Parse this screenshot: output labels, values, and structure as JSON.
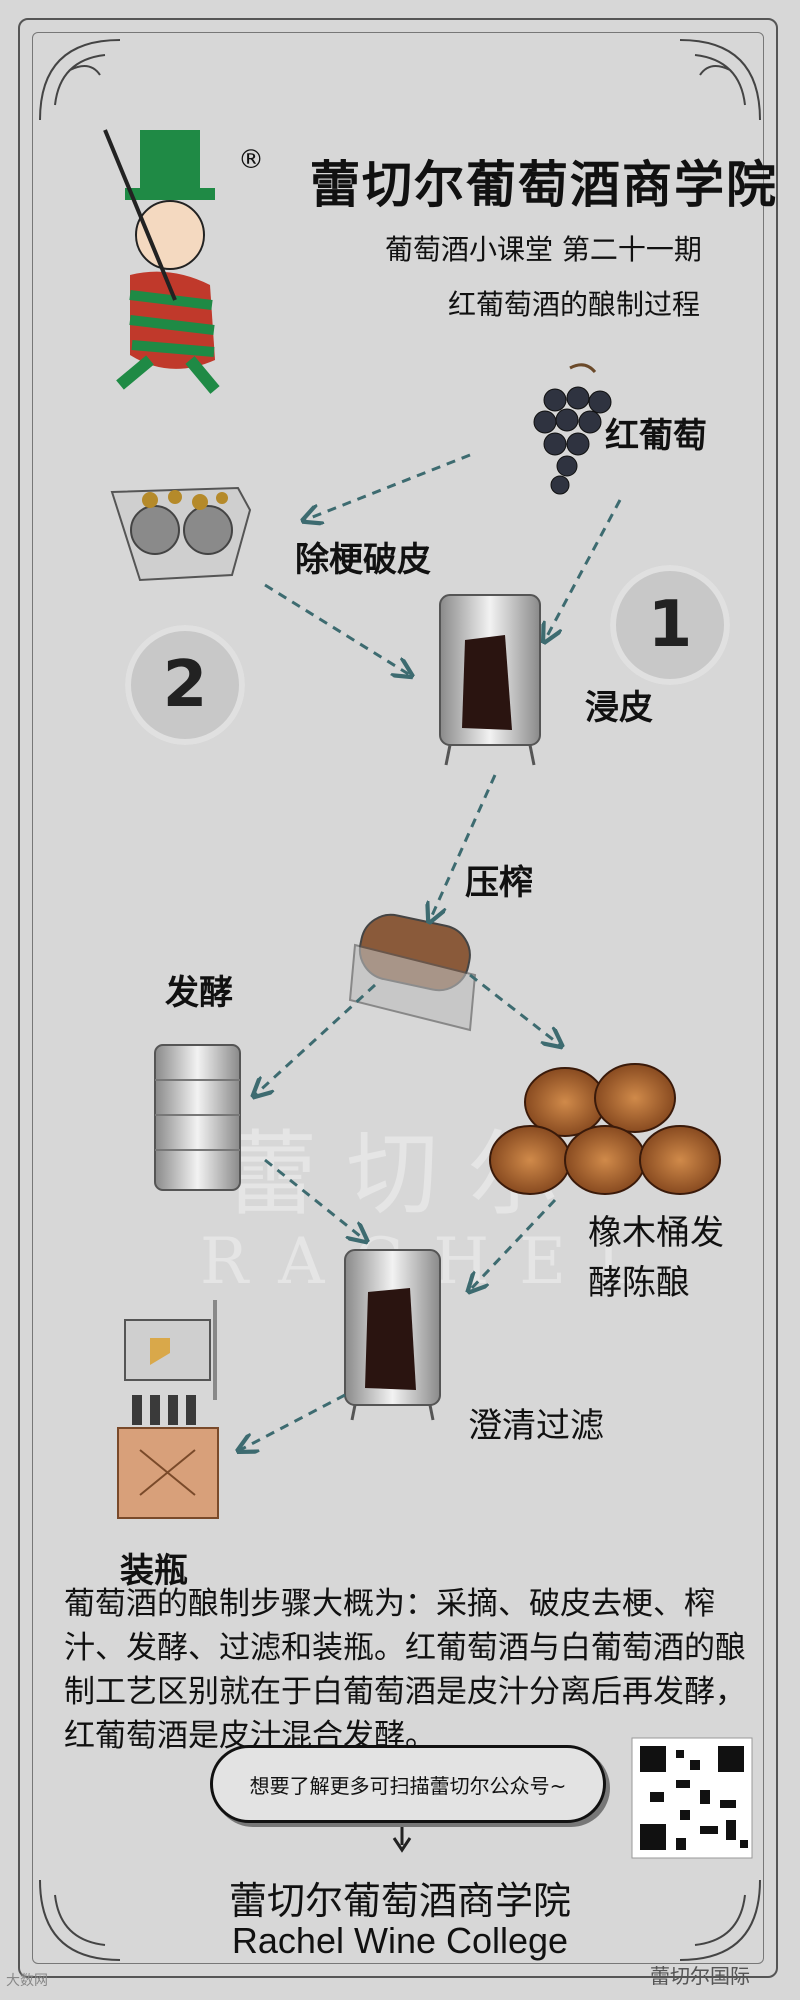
{
  "header": {
    "brand_title": "蕾切尔葡萄酒商学院",
    "registered_mark": "®",
    "series": "葡萄酒小课堂 第二十一期",
    "topic": "红葡萄酒的酿制过程"
  },
  "steps": {
    "grapes": "红葡萄",
    "destem": "除梗破皮",
    "maceration": "浸皮",
    "press": "压榨",
    "ferment": "发酵",
    "oak_line1": "橡木桶发",
    "oak_line2": "酵陈酿",
    "clarify": "澄清过滤",
    "bottle": "装瓶"
  },
  "badges": {
    "one": "1",
    "two": "2"
  },
  "description": "葡萄酒的酿制步骤大概为：采摘、破皮去梗、榨汁、发酵、过滤和装瓶。红葡萄酒与白葡萄酒的酿制工艺区别就在于白葡萄酒是皮汁分离后再发酵，红葡萄酒是皮汁混合发酵。",
  "cta": "想要了解更多可扫描蕾切尔公众号~",
  "footer": {
    "cn": "蕾切尔葡萄酒商学院",
    "en": "Rachel  Wine College"
  },
  "watermark": {
    "cn": "蕾 切 尔",
    "en": "RACHEL"
  },
  "corner": {
    "left": "大数网",
    "right": "蕾切尔国际"
  },
  "colors": {
    "arrow": "#3d6b70",
    "background": "#d7d7d7"
  }
}
